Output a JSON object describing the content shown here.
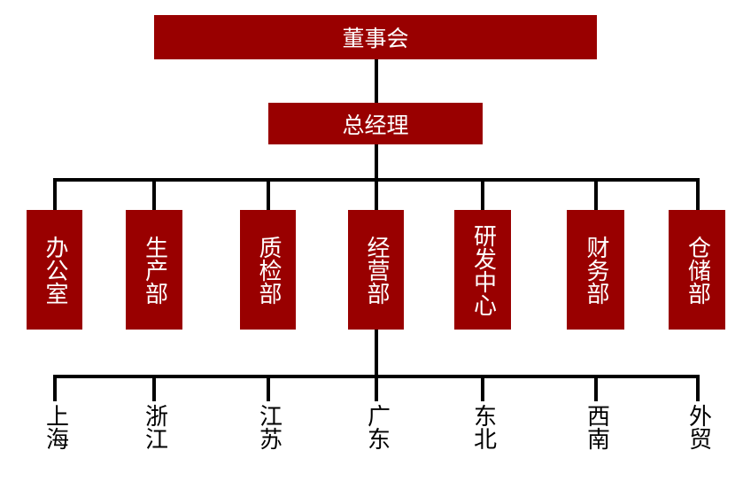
{
  "board": "董事会",
  "gm": "总经理",
  "departments": [
    "办公室",
    "生产部",
    "质检部",
    "经营部",
    "研发中心",
    "财务部",
    "仓储部"
  ],
  "regions": [
    "上海",
    "浙江",
    "江苏",
    "广东",
    "东北",
    "西南",
    "外贸"
  ],
  "colors": {
    "box": "#990000",
    "line": "#000000",
    "text_on_box": "#ffffff"
  }
}
